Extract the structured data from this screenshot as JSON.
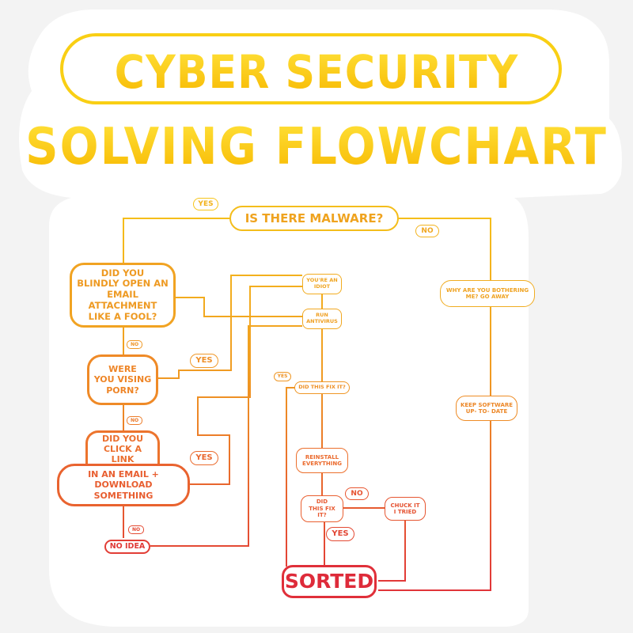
{
  "title": {
    "line1": "CYBER SECURITY",
    "line2": "SOLVING FLOWCHART"
  },
  "nodes": {
    "malware": "IS THERE MALWARE?",
    "yes_top": "YES",
    "no_top": "NO",
    "blindly": "DID YOU\nBLINDLY OPEN AN\nEMAIL ATTACHMENT\nLIKE A FOOL?",
    "no_1": "NO",
    "porn": "WERE\nYOU VISING\nPORN?",
    "yes_porn": "YES",
    "no_2": "NO",
    "click": "DID YOU\nCLICK A LINK",
    "download": "IN AN EMAIL + DOWNLOAD\nSOMETHING",
    "yes_link": "YES",
    "no_3": "NO",
    "no_idea": "NO IDEA",
    "idiot": "YOU'RE AN\nIDIOT",
    "antivirus": "RUN\nANTIVIRUS",
    "yes_small": "YES",
    "fix1": "DID THIS FIX IT?",
    "reinstall": "REINSTALL\nEVERYTHING",
    "fix2": "DID\nTHIS FIX IT?",
    "no_fix": "NO",
    "chuck": "CHUCK IT\nI TRIED",
    "yes_fix": "YES",
    "sorted": "SORTED",
    "bother": "WHY ARE YOU BOTHERING\nME? GO AWAY",
    "keep": "KEEP SOFTWARE\nUP- TO- DATE"
  },
  "colors": {
    "sticker_bg": "#ffffff",
    "page_bg": "#f3f3f3",
    "title_yellow": "#f7c800",
    "flow_yellow": "#f2b716",
    "flow_orange": "#ef8a26",
    "flow_red": "#e0303a"
  }
}
